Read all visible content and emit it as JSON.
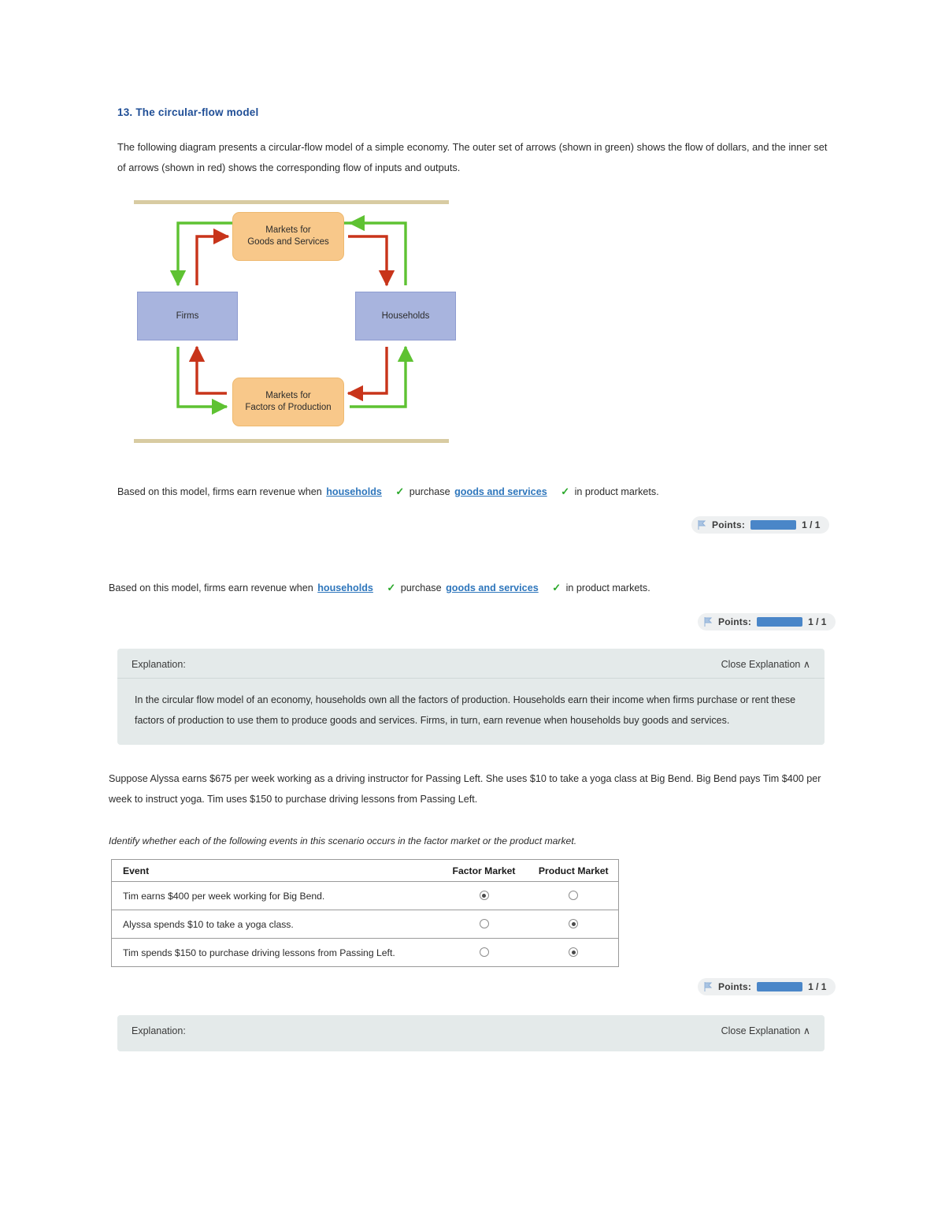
{
  "question": {
    "number_title": "13. The circular-flow model",
    "intro": "The following diagram presents a circular-flow model of a simple economy. The outer set of arrows (shown in green) shows the flow of dollars, and the inner set of arrows (shown in red) shows the corresponding flow of inputs and outputs."
  },
  "diagram": {
    "nodes": {
      "goods_market_line1": "Markets for",
      "goods_market_line2": "Goods and Services",
      "factors_market_line1": "Markets for",
      "factors_market_line2": "Factors of Production",
      "firms": "Firms",
      "households": "Households"
    },
    "colors": {
      "market_box": "#f8c88a",
      "sector_box": "#a8b4de",
      "dollar_flow_green": "#5ec232",
      "goods_flow_red": "#c8341a",
      "rule": "#d8cba2"
    }
  },
  "sentence": {
    "part1": "Based on this model, firms earn revenue when",
    "blank1": "households",
    "part2": "purchase",
    "blank2": "goods and services",
    "part3": "in product markets.",
    "check": "✓"
  },
  "points": {
    "label": "Points:",
    "score": "1 / 1"
  },
  "explanation": {
    "title": "Explanation:",
    "close": "Close Explanation",
    "chevron": "∧",
    "body": "In the circular flow model of an economy, households own all the factors of production. Households earn their income when firms purchase or rent these factors of production to use them to produce goods and services. Firms, in turn, earn revenue when households buy goods and services."
  },
  "scenario": {
    "text": "Suppose Alyssa earns $675 per week working as a driving instructor for Passing Left. She uses $10 to take a yoga class at Big Bend. Big Bend pays Tim $400 per week to instruct yoga. Tim uses $150 to purchase driving lessons from Passing Left.",
    "instruction": "Identify whether each of the following events in this scenario occurs in the factor market or the product market."
  },
  "market_table": {
    "headers": {
      "event": "Event",
      "factor": "Factor Market",
      "product": "Product Market"
    },
    "rows": [
      {
        "event": "Tim earns $400 per week working for Big Bend.",
        "factor_selected": true,
        "product_selected": false
      },
      {
        "event": "Alyssa spends $10 to take a yoga class.",
        "factor_selected": false,
        "product_selected": true
      },
      {
        "event": "Tim spends $150 to purchase driving lessons from Passing Left.",
        "factor_selected": false,
        "product_selected": true
      }
    ]
  }
}
